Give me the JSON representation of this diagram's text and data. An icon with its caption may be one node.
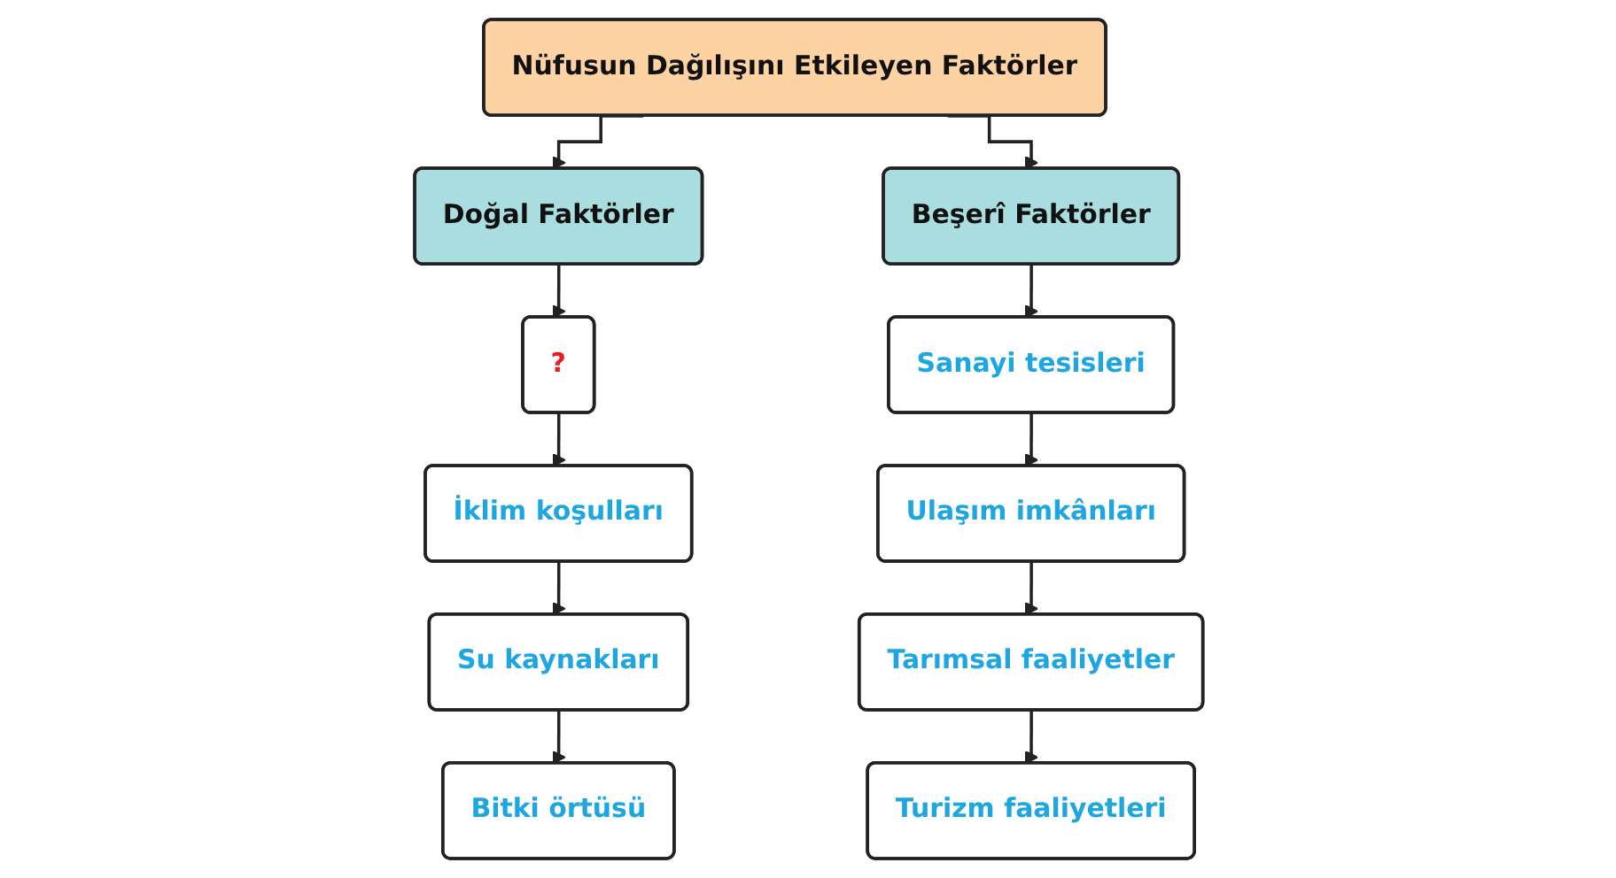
{
  "diagram": {
    "nodes": [
      {
        "text": [
          "Nüfusun Dağılışını Etkileyen Faktörler"
        ]
      },
      {
        "text": [
          "Doğal Faktörler"
        ]
      },
      {
        "text": [
          "?"
        ]
      },
      {
        "text": [
          "İklim koşulları"
        ]
      },
      {
        "text": [
          "Su kaynakları"
        ]
      },
      {
        "text": [
          "Bitki örtüsü"
        ]
      },
      {
        "text": [
          "Beşerî Faktörler"
        ]
      },
      {
        "text": [
          "Sanayi tesisleri"
        ]
      },
      {
        "text": [
          "Ulaşım imkânları"
        ]
      },
      {
        "text": [
          "Tarımsal faaliyetler"
        ]
      },
      {
        "text": [
          "Turizm faaliyetleri"
        ]
      }
    ],
    "edges": [
      {
        "from": 0,
        "to": 1,
        "arrow": "to"
      },
      {
        "from": 0,
        "to": 6,
        "arrow": "to"
      },
      {
        "from": 1,
        "to": 2,
        "arrow": "to"
      },
      {
        "from": 2,
        "to": 3,
        "arrow": "to"
      },
      {
        "from": 3,
        "to": 4,
        "arrow": "to"
      },
      {
        "from": 4,
        "to": 5,
        "arrow": "to"
      },
      {
        "from": 6,
        "to": 7,
        "arrow": "to"
      },
      {
        "from": 7,
        "to": 8,
        "arrow": "to"
      },
      {
        "from": 8,
        "to": 9,
        "arrow": "to"
      },
      {
        "from": 9,
        "to": 10,
        "arrow": "to"
      }
    ]
  }
}
